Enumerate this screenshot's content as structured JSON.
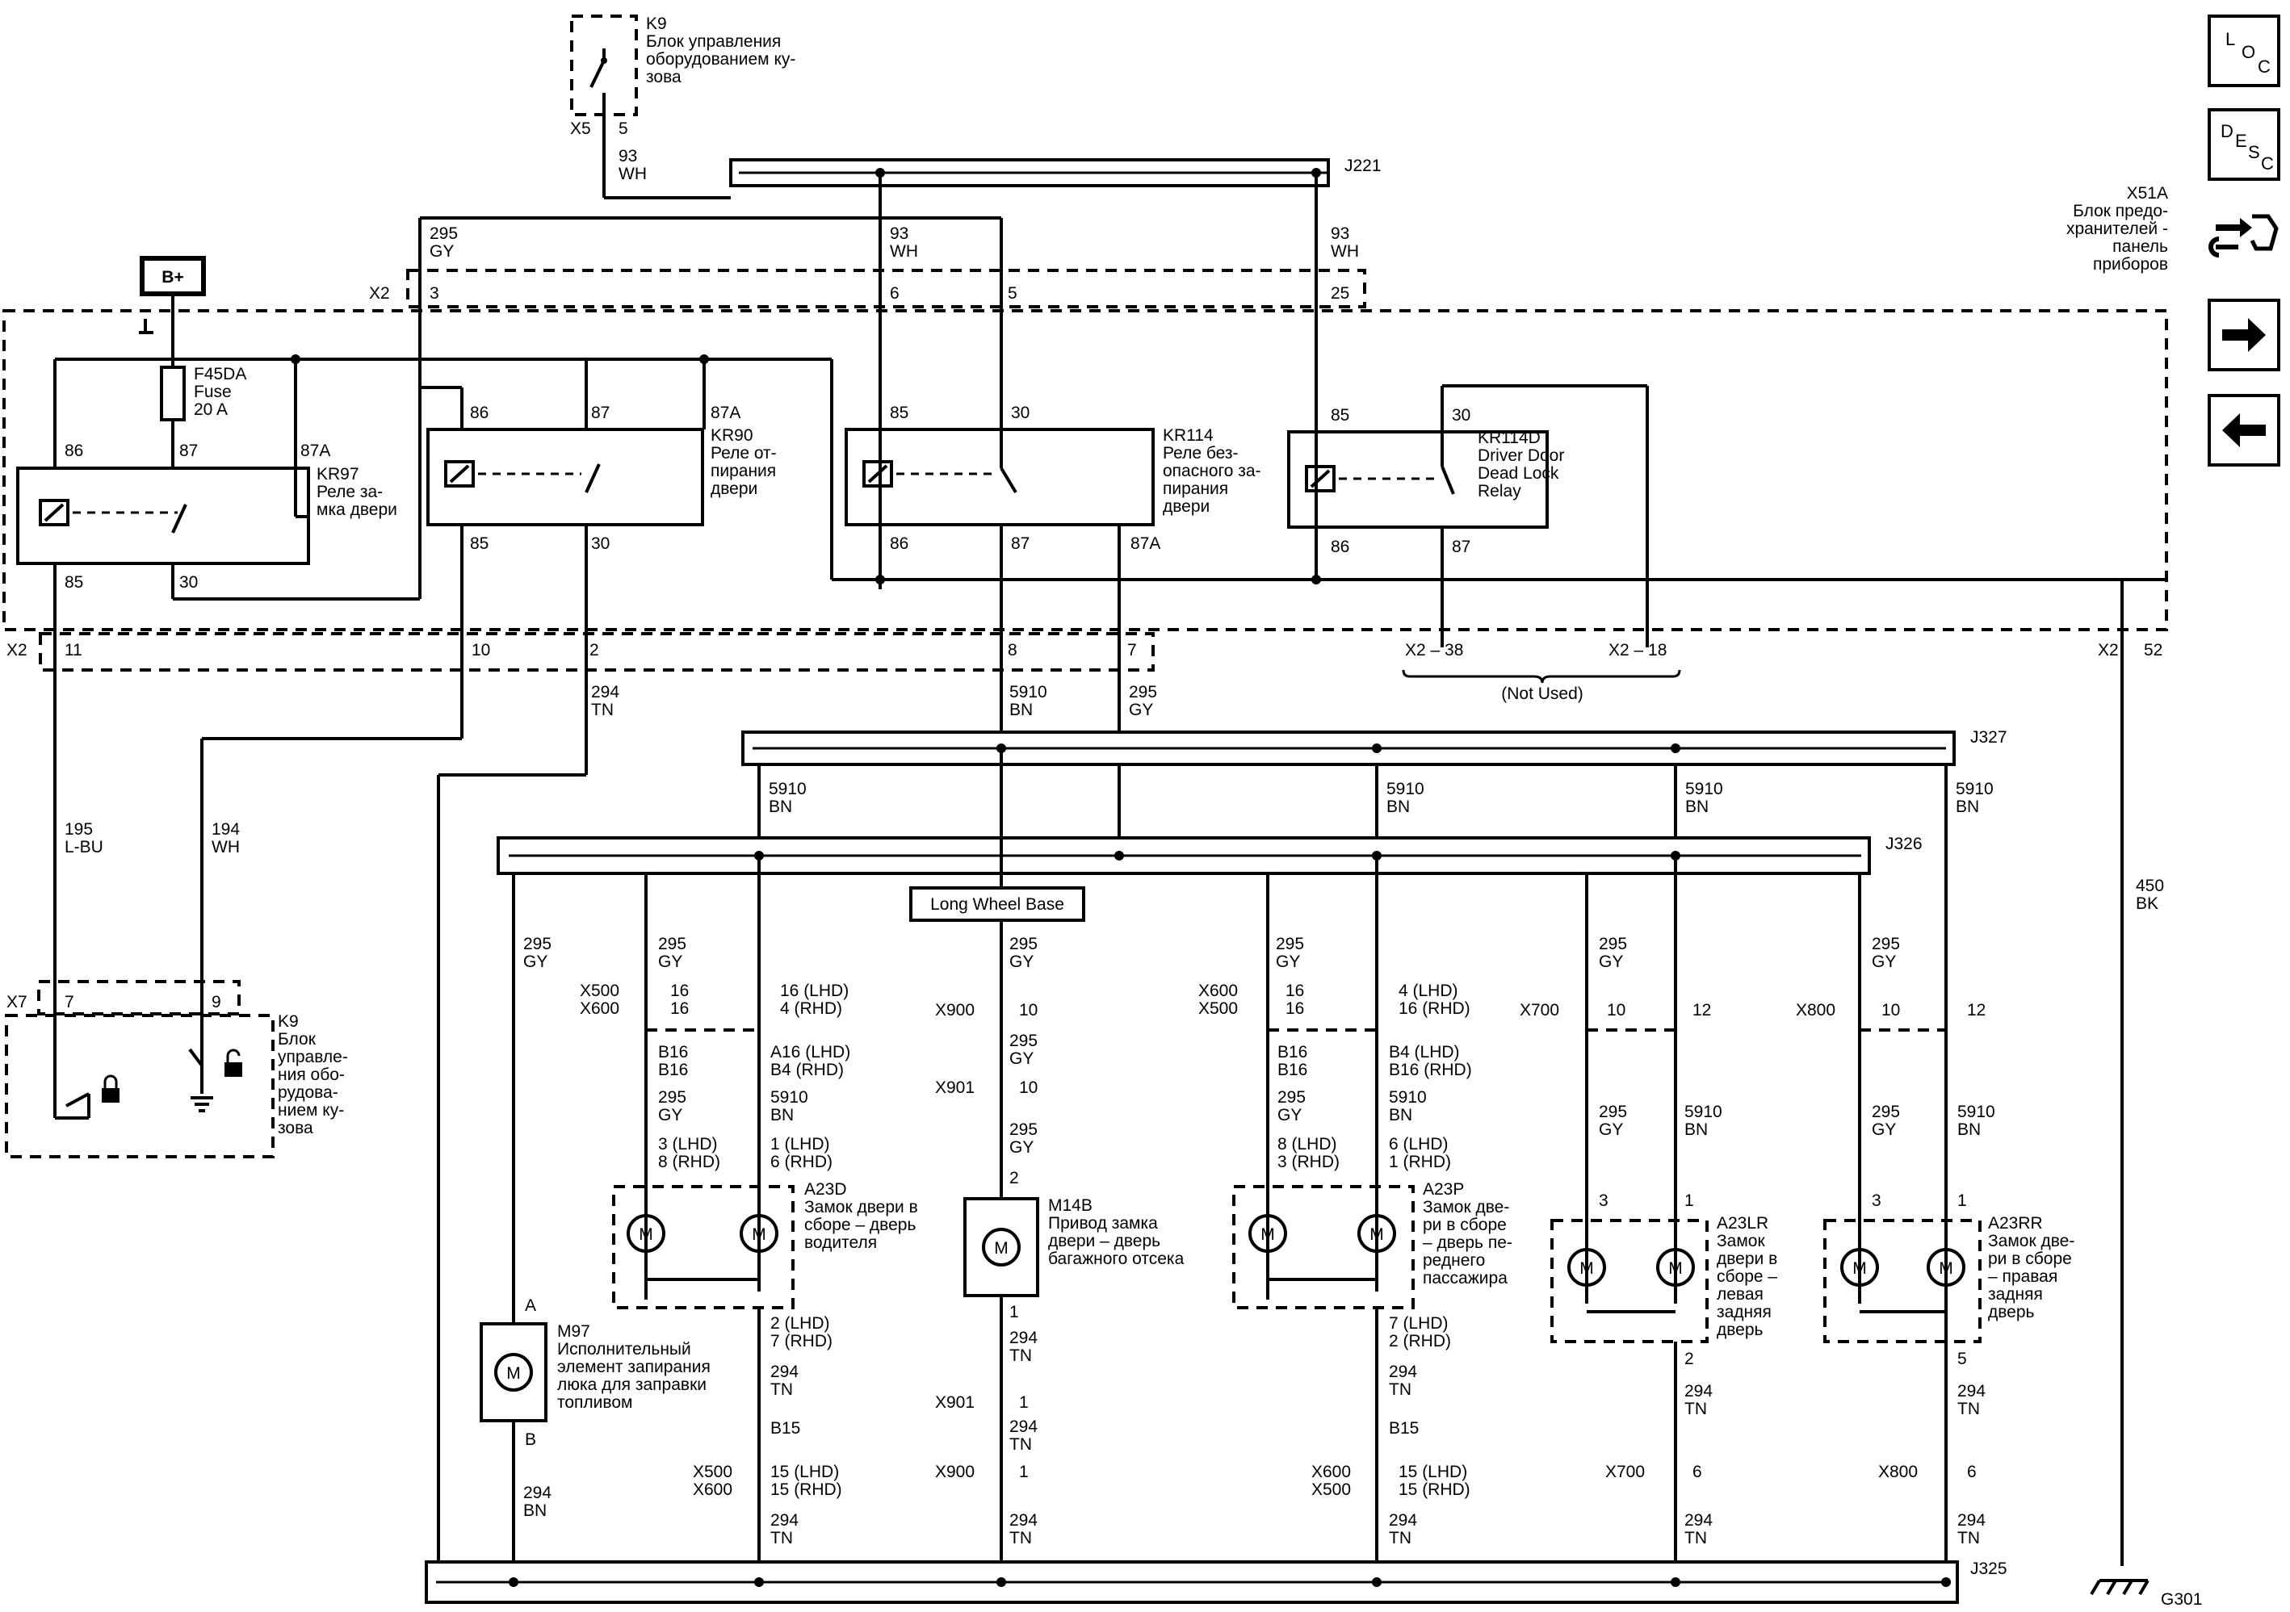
{
  "nav": {
    "loc": [
      "L",
      "O",
      "C"
    ],
    "desc": [
      "D",
      "E",
      "S",
      "C"
    ]
  },
  "k9_top": {
    "id": "K9",
    "name": [
      "Блок управления",
      "оборудованием ку-",
      "зова"
    ],
    "conn": "X5",
    "pin": "5",
    "wire": [
      "93",
      "WH"
    ]
  },
  "x51a": {
    "id": "X51A",
    "name": [
      "Блок предо-",
      "хранителей -",
      "панель",
      "приборов"
    ]
  },
  "bplus": "B+",
  "fuse": {
    "id": "F45DA",
    "type": "Fuse",
    "rating": "20 A"
  },
  "splices": {
    "j221": "J221",
    "j327": "J327",
    "j326": "J326",
    "j325": "J325"
  },
  "x2": {
    "conn": "X2",
    "pins": [
      "3",
      "6",
      "5",
      "25",
      "11",
      "10",
      "2",
      "8",
      "7",
      "52"
    ],
    "x2_38": "X2 – 38",
    "x2_18": "X2 – 18",
    "not_used": "(Not Used)"
  },
  "wires_top": {
    "w295": [
      "295",
      "GY"
    ],
    "w93a": [
      "93",
      "WH"
    ],
    "w93b": [
      "93",
      "WH"
    ]
  },
  "relays": {
    "kr97": {
      "id": "KR97",
      "name": [
        "Реле за-",
        "мка двери"
      ],
      "pins": [
        "86",
        "87",
        "87A",
        "85",
        "30"
      ]
    },
    "kr90": {
      "id": "KR90",
      "name": [
        "Реле от-",
        "пирания",
        "двери"
      ],
      "pins": [
        "86",
        "87",
        "87A",
        "85",
        "30"
      ]
    },
    "kr114": {
      "id": "KR114",
      "name": [
        "Реле без-",
        "опасного за-",
        "пирания",
        "двери"
      ],
      "pins": [
        "85",
        "30",
        "86",
        "87",
        "87A"
      ]
    },
    "kr114d": {
      "id": "KR114D",
      "name": [
        "Driver Door",
        "Dead Lock",
        "Relay"
      ],
      "pins": [
        "85",
        "30",
        "86",
        "87"
      ]
    }
  },
  "mid_wires": {
    "w195": [
      "195",
      "L-BU"
    ],
    "w194": [
      "194",
      "WH"
    ],
    "w294": [
      "294",
      "TN"
    ],
    "w5910": [
      "5910",
      "BN"
    ],
    "w295": [
      "295",
      "GY"
    ],
    "w450": [
      "450",
      "BK"
    ]
  },
  "k9_bottom": {
    "id": "K9",
    "name": [
      "Блок",
      "управле-",
      "ния обо-",
      "рудова-",
      "нием ку-",
      "зова"
    ],
    "conn": "X7",
    "pins": [
      "7",
      "9"
    ]
  },
  "lwb": "Long Wheel Base",
  "j327_drops": [
    [
      "5910",
      "BN"
    ],
    [
      "5910",
      "BN"
    ],
    [
      "5910",
      "BN"
    ],
    [
      "5910",
      "BN"
    ]
  ],
  "col_driver": {
    "top_wires": [
      [
        "295",
        "GY"
      ],
      [
        "16 (LHD)",
        "4 (RHD)"
      ]
    ],
    "conns": [
      "X500",
      "X600"
    ],
    "pins_a": [
      "16",
      "16"
    ],
    "term_l": [
      "B16",
      "B16"
    ],
    "term_r": [
      "A16 (LHD)",
      "B4 (RHD)"
    ],
    "wires_l": [
      "295",
      "GY"
    ],
    "wires_r": [
      "5910",
      "BN"
    ],
    "motor_pins_l": [
      "3 (LHD)",
      "8 (RHD)"
    ],
    "motor_pins_r": [
      "1 (LHD)",
      "6 (RHD)"
    ],
    "comp": {
      "id": "A23D",
      "name": [
        "Замок двери в",
        "сборе – дверь",
        "водителя"
      ]
    },
    "out_pins": [
      "2 (LHD)",
      "7 (RHD)"
    ],
    "out_wire": [
      "294",
      "TN"
    ],
    "term_b": "B15",
    "conns_b": [
      "X500",
      "X600"
    ],
    "pins_b": [
      "15 (LHD)",
      "15 (RHD)"
    ],
    "bot_wire": [
      "294",
      "TN"
    ]
  },
  "col_fuel": {
    "wire_top": [
      "295",
      "GY"
    ],
    "pin_a": "A",
    "pin_b": "B",
    "comp": {
      "id": "M97",
      "name": [
        "Исполнительный",
        "элемент запирания",
        "люка для заправки",
        "топливом"
      ]
    },
    "bot_wire": [
      "294",
      "BN"
    ]
  },
  "col_trunk": {
    "w1": [
      "295",
      "GY"
    ],
    "x900": "X900",
    "p900": "10",
    "w2": [
      "295",
      "GY"
    ],
    "x901": "X901",
    "p901": "10",
    "w3": [
      "295",
      "GY"
    ],
    "mp": "2",
    "comp": {
      "id": "M14B",
      "name": [
        "Привод замка",
        "двери – дверь",
        "багажного отсека"
      ]
    },
    "op": "1",
    "w4": [
      "294",
      "TN"
    ],
    "x901b": "X901",
    "p901b": "1",
    "w5": [
      "294",
      "TN"
    ],
    "x900b": "X900",
    "p900b": "1",
    "w6": [
      "294",
      "TN"
    ]
  },
  "col_pass": {
    "top_wires": [
      [
        "295",
        "GY"
      ],
      [
        "4 (LHD)",
        "16 (RHD)"
      ]
    ],
    "conns": [
      "X600",
      "X500"
    ],
    "pins_a": [
      "16",
      "16"
    ],
    "term_l": [
      "B16",
      "B16"
    ],
    "term_r": [
      "B4 (LHD)",
      "B16 (RHD)"
    ],
    "wires_l": [
      "295",
      "GY"
    ],
    "wires_r": [
      "5910",
      "BN"
    ],
    "motor_pins_l": [
      "8 (LHD)",
      "3 (RHD)"
    ],
    "motor_pins_r": [
      "6 (LHD)",
      "1 (RHD)"
    ],
    "comp": {
      "id": "A23P",
      "name": [
        "Замок две-",
        "ри в сборе",
        "– дверь пе-",
        "реднего",
        "пассажира"
      ]
    },
    "out_pins": [
      "7 (LHD)",
      "2 (RHD)"
    ],
    "out_wire": [
      "294",
      "TN"
    ],
    "term_b": "B15",
    "conns_b": [
      "X600",
      "X500"
    ],
    "pins_b": [
      "15 (LHD)",
      "15 (RHD)"
    ],
    "bot_wire": [
      "294",
      "TN"
    ]
  },
  "col_lr": {
    "top_wire": [
      "295",
      "GY"
    ],
    "conn": "X700",
    "pins": [
      "10",
      "12"
    ],
    "wl": [
      "295",
      "GY"
    ],
    "wr": [
      "5910",
      "BN"
    ],
    "mpl": "3",
    "mpr": "1",
    "comp": {
      "id": "A23LR",
      "name": [
        "Замок",
        "двери в",
        "сборе –",
        "левая",
        "задняя",
        "дверь"
      ]
    },
    "op": "2",
    "ow": [
      "294",
      "TN"
    ],
    "conn_b": "X700",
    "pin_b": "6",
    "bw": [
      "294",
      "TN"
    ]
  },
  "col_rr": {
    "top_wire": [
      "295",
      "GY"
    ],
    "conn": "X800",
    "pins": [
      "10",
      "12"
    ],
    "wl": [
      "295",
      "GY"
    ],
    "wr": [
      "5910",
      "BN"
    ],
    "mpl": "3",
    "mpr": "1",
    "comp": {
      "id": "A23RR",
      "name": [
        "Замок две-",
        "ри в сборе",
        "– правая",
        "задняя",
        "дверь"
      ]
    },
    "op": "5",
    "ow": [
      "294",
      "TN"
    ],
    "conn_b": "X800",
    "pin_b": "6",
    "bw": [
      "294",
      "TN"
    ]
  },
  "ground": "G301"
}
